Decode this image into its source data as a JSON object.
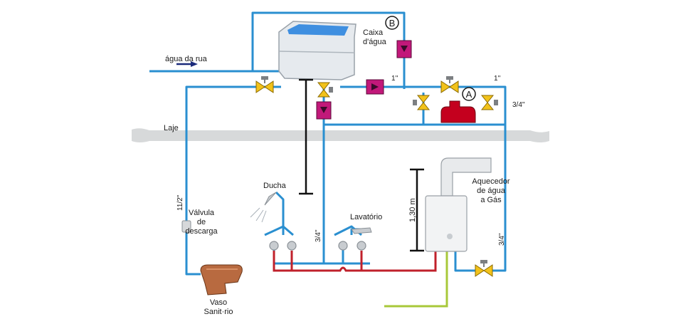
{
  "labels": {
    "street_water": "água da rua",
    "tank_line1": "Caixa",
    "tank_line2": "d'água",
    "marker_b": "B",
    "marker_a": "A",
    "slab": "Laje",
    "pipe_1in_a": "1''",
    "pipe_1in_b": "1''",
    "pipe_34_right_top": "3/4''",
    "pipe_34_center": "3/4''",
    "pipe_34_right": "3/4''",
    "pipe_112": "11/2\"",
    "shower": "Ducha",
    "sink": "Lavatório",
    "flush_l1": "Válvula",
    "flush_l2": "de",
    "flush_l3": "descarga",
    "toilet_l1": "Vaso",
    "toilet_l2": "Sanit·rio",
    "heater_l1": "Aquecedor",
    "heater_l2": "de água",
    "heater_l3": "a Gás",
    "height": "1,30 m"
  },
  "colors": {
    "cold_pipe": "#2a8fd0",
    "hot_pipe": "#c0212b",
    "gas_pipe": "#a8c83a",
    "valve": "#f2c21a",
    "pump": "#c4001e",
    "check_valve": "#c2187a",
    "slab": "#d7d9da",
    "arrow": "#1a2a7a"
  }
}
